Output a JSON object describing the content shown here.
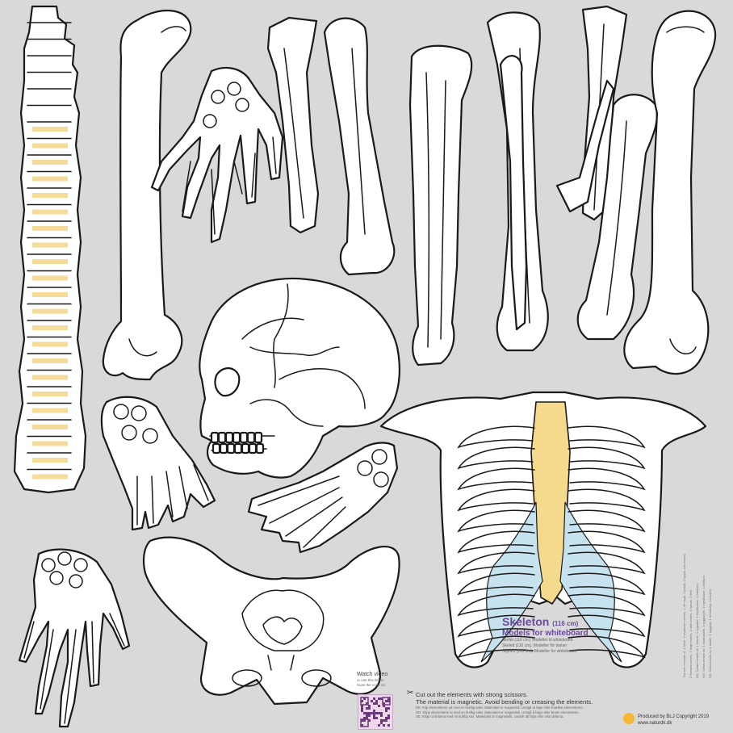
{
  "title": "Skeleton",
  "title_size": "(116 cm)",
  "subtitle": "Models for whiteboard",
  "captions": [
    "Skelet (116 cm). Modeller til whiteboard",
    "Skelett (116 cm). Modeller för tavlan",
    "Skjelett (116 cm). Modeller for whiteboard"
  ],
  "watch": {
    "label": "Watch video",
    "small": [
      "or use this link in",
      "Scan the code on"
    ]
  },
  "instructions": {
    "line1": "Cut out the elements with strong scissors.",
    "line2": "The material is magnetic. Avoid bending or creasing the elements.",
    "translations": [
      "DK: Klip elementerne ud med en kraftig saks. Materialet er magnetisk. Undgå at bøje eller knække elementerne.",
      "NO: Klipp elementene ut med en kraftig saks. Materialet er magnetisk. Unngå å bøye eller brette elementene.",
      "SE: Klipp ut delarna med en kraftig sax. Materialet är magnetiskt. Undvik att böja eller vika delarna."
    ]
  },
  "producer": {
    "line1": "Produced by BLJ Copyright 2019",
    "line2": "www.naturdk.dk"
  },
  "side_notes": [
    "The set consists of: 1 skull, 1 vertebral column, 1 rib cage, 1 pelvis, 2 upper arm bones,",
    "2 forearm bones, 2 thigh bones, 2 shin bones, 2 hands, 2 feet",
    "DK: Sættet består af: 1 kranie, 1 rygsøjle, 1 brystkasse, 1 bækken",
    "NO: Settet består av: 1 hodeskalle, 1 ryggsøyle, 1 brystkasse, 1 bekken",
    "SE: Setet består av: 1 skalle, 1 ryggrad, 1 bröstkorg, 1 bäcken"
  ],
  "colors": {
    "background": "#d9d9d9",
    "disc": "#f6dc9a",
    "sternum": "#f5d98d",
    "cartilage": "#c6e2ef",
    "title": "#6a4a9a"
  },
  "icons": [
    "scissors-icon",
    "qr-code-icon",
    "sun-logo-icon"
  ]
}
